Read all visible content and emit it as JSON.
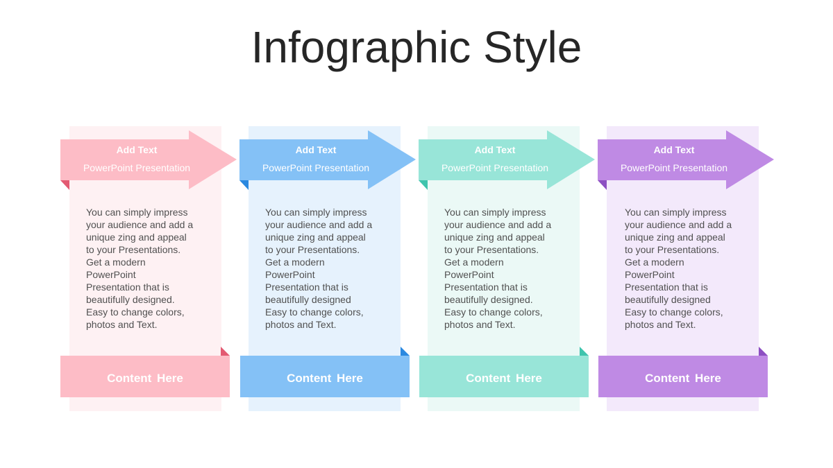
{
  "title": "Infographic Style",
  "steps": [
    {
      "heading": "Add Text",
      "subheading": "PowerPoint Presentation",
      "body": "You can simply impress\nyour audience and add a\nunique zing and appeal\nto your Presentations.\nGet a modern\nPowerPoint\nPresentation that is\nbeautifully designed.\nEasy to change colors,\nphotos and Text.",
      "footer": "Content  Here",
      "colors": {
        "main": "#fdbcc6",
        "light": "#fef1f3",
        "dark": "#e35a72"
      }
    },
    {
      "heading": "Add Text",
      "subheading": "PowerPoint Presentation",
      "body": "You can simply impress\nyour audience and add a\nunique zing and appeal\nto your Presentations.\nGet a modern\nPowerPoint\nPresentation that is\nbeautifully designed\nEasy to change colors,\nphotos and Text.",
      "footer": "Content  Here",
      "colors": {
        "main": "#84c1f6",
        "light": "#e6f2fd",
        "dark": "#2b89e0"
      }
    },
    {
      "heading": "Add Text",
      "subheading": "PowerPoint Presentation",
      "body": "You can simply impress\nyour audience and add a\nunique zing and appeal\nto your Presentations.\nGet a modern\nPowerPoint\nPresentation that is\nbeautifully designed.\nEasy to change colors,\nphotos and Text.",
      "footer": "Content  Here",
      "colors": {
        "main": "#98e5d8",
        "light": "#ebf9f6",
        "dark": "#3fc4ad"
      }
    },
    {
      "heading": "Add Text",
      "subheading": "PowerPoint Presentation",
      "body": "You can simply impress\nyour audience and add a\nunique zing and appeal\nto your Presentations.\nGet a modern\nPowerPoint\nPresentation that is\nbeautifully designed\nEasy to change colors,\nphotos and Text.",
      "footer": "Content  Here",
      "colors": {
        "main": "#bf8ae4",
        "light": "#f3e9fb",
        "dark": "#8d4fc2"
      }
    }
  ]
}
